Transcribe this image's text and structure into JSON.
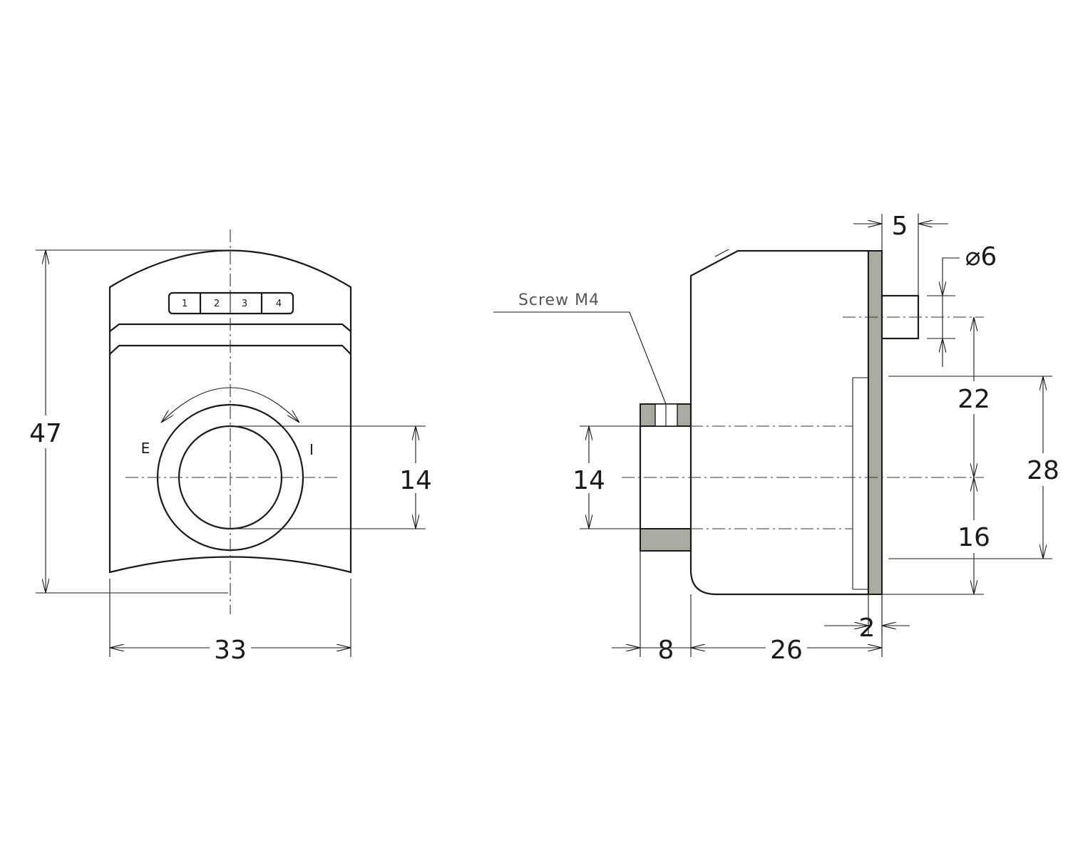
{
  "colors": {
    "line": "#1a1a1a",
    "section_fill": "#a9aba0",
    "leader_text": "#555555"
  },
  "front_view": {
    "position_markers": [
      "1",
      "2",
      "3",
      "4"
    ],
    "rotation_labels": {
      "left": "E",
      "right": "I"
    },
    "dimensions": {
      "height": "47",
      "width": "33",
      "bore": "14"
    }
  },
  "side_view": {
    "callout": "Screw M4",
    "dimensions": {
      "shaft_length": "5",
      "shaft_diameter": "⌀6",
      "upper_offset": "22",
      "plate_height": "28",
      "lower_offset": "16",
      "bore": "14",
      "plate_thickness": "2",
      "collar_width": "8",
      "body_depth": "26"
    }
  }
}
